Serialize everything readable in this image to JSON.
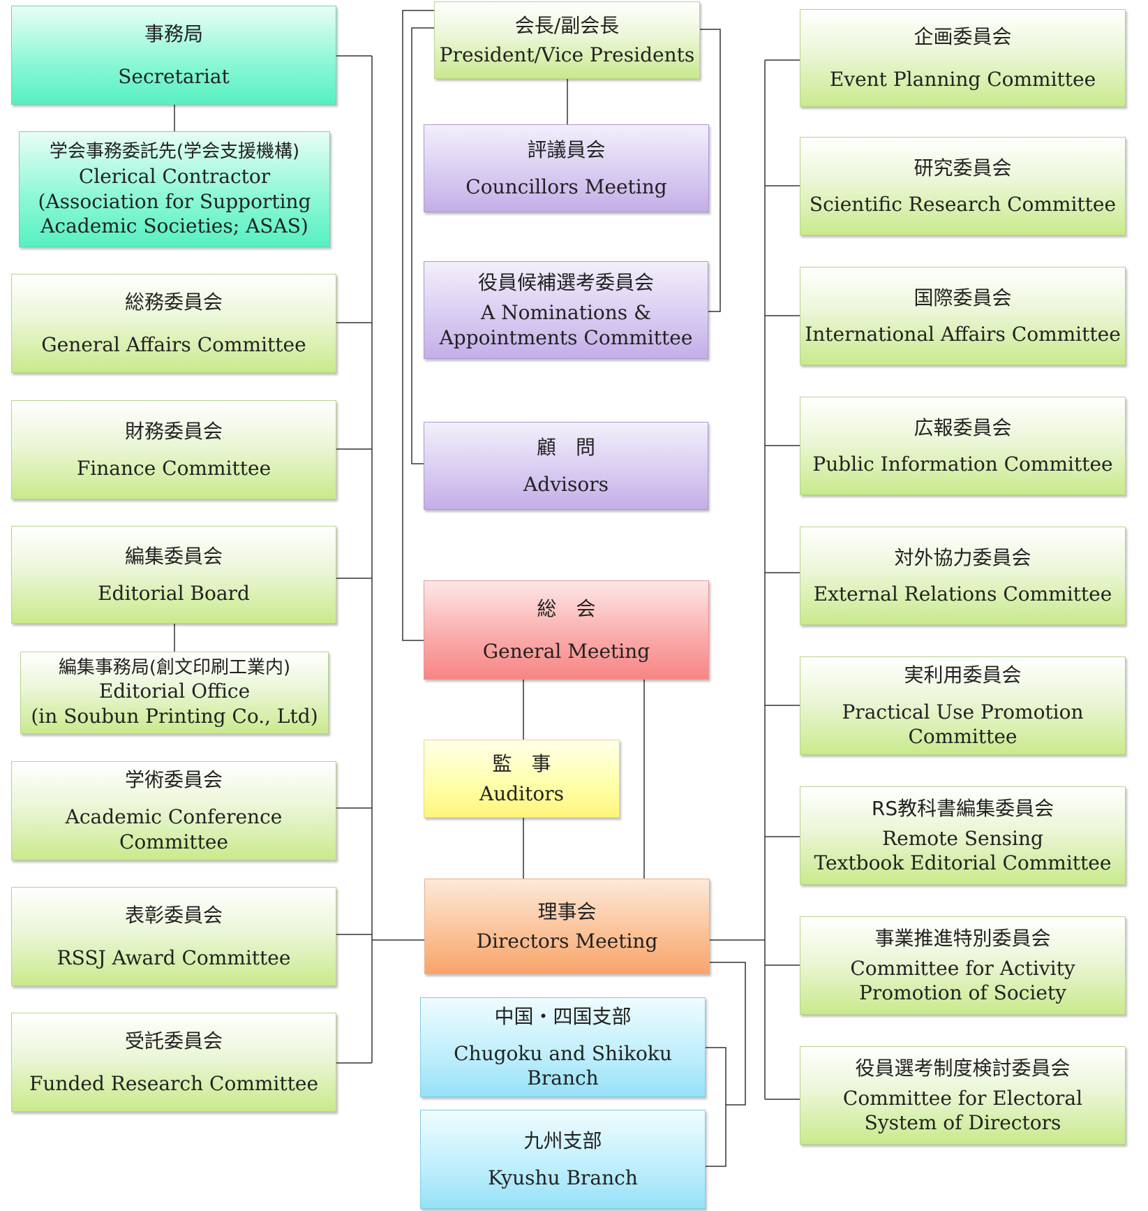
{
  "left": {
    "secretariat": {
      "ja": "事務局",
      "en": "Secretariat"
    },
    "clerical": {
      "ja": "学会事務委託先(学会支援機構)",
      "en1": "Clerical Contractor",
      "en2": "(Association for Supporting",
      "en3": "Academic Societies; ASAS)"
    },
    "general_affairs": {
      "ja": "総務委員会",
      "en": "General Affairs Committee"
    },
    "finance": {
      "ja": "財務委員会",
      "en": "Finance Committee"
    },
    "editorial_board": {
      "ja": "編集委員会",
      "en": "Editorial Board"
    },
    "editorial_office": {
      "ja": "編集事務局(創文印刷工業内)",
      "en1": "Editorial Office",
      "en2": "(in Soubun Printing Co., Ltd)"
    },
    "academic_conf": {
      "ja": "学術委員会",
      "en": "Academic Conference Committee"
    },
    "award": {
      "ja": "表彰委員会",
      "en": "RSSJ Award Committee"
    },
    "funded": {
      "ja": "受託委員会",
      "en": "Funded Research Committee"
    }
  },
  "center": {
    "president": {
      "ja": "会長/副会長",
      "en": "President/Vice Presidents"
    },
    "councillors": {
      "ja": "評議員会",
      "en": "Councillors Meeting"
    },
    "nominations": {
      "ja": "役員候補選考委員会",
      "en1": "A Nominations &",
      "en2": "Appointments Committee"
    },
    "advisors": {
      "ja": "顧　問",
      "en": "Advisors"
    },
    "general_meeting": {
      "ja": "総　会",
      "en": "General Meeting"
    },
    "auditors": {
      "ja": "監　事",
      "en": "Auditors"
    },
    "directors": {
      "ja": "理事会",
      "en": "Directors Meeting"
    },
    "chugoku": {
      "ja": "中国・四国支部",
      "en": "Chugoku and Shikoku Branch"
    },
    "kyushu": {
      "ja": "九州支部",
      "en": "Kyushu Branch"
    }
  },
  "right": {
    "event_planning": {
      "ja": "企画委員会",
      "en": "Event Planning Committee"
    },
    "scientific_research": {
      "ja": "研究委員会",
      "en": "Scientific Research Committee"
    },
    "international": {
      "ja": "国際委員会",
      "en": "International Affairs Committee"
    },
    "public_info": {
      "ja": "広報委員会",
      "en": "Public Information Committee"
    },
    "external": {
      "ja": "対外協力委員会",
      "en": "External Relations Committee"
    },
    "practical_use": {
      "ja": "実利用委員会",
      "en": "Practical Use Promotion Committee"
    },
    "textbook": {
      "ja": "RS教科書編集委員会",
      "en1": "Remote Sensing",
      "en2": "Textbook Editorial Committee"
    },
    "activity": {
      "ja": "事業推進特別委員会",
      "en1": "Committee for Activity",
      "en2": "Promotion of Society"
    },
    "electoral": {
      "ja": "役員選考制度検討委員会",
      "en1": "Committee for Electoral",
      "en2": "System of Directors"
    }
  },
  "colors": {
    "green": "#c9ea8c",
    "teal": "#57f0c2",
    "purple": "#c4aee8",
    "red": "#f78584",
    "yellow": "#fff47c",
    "orange": "#f8a46a",
    "blue": "#96e1f7",
    "line": "#333333"
  }
}
